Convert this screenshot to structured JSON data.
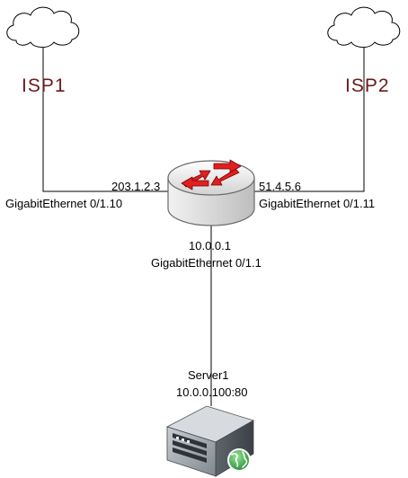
{
  "isp1": {
    "label": "ISP1"
  },
  "isp2": {
    "label": "ISP2"
  },
  "router": {
    "left_interface": {
      "ip": "203.1.2.3",
      "name": "GigabitEthernet 0/1.10"
    },
    "right_interface": {
      "ip": "51.4.5.6",
      "name": "GigabitEthernet 0/1.11"
    },
    "bottom_interface": {
      "ip": "10.0.0.1",
      "name": "GigabitEthernet 0/1.1"
    }
  },
  "server": {
    "name": "Server1",
    "address": "10.0.0.100:80"
  },
  "colors": {
    "link_line": "#000000",
    "router_body": "#d9d9d9",
    "router_arrows": "#e02020",
    "isp_label": "#6b1a1a",
    "globe": "#2fa52f"
  }
}
